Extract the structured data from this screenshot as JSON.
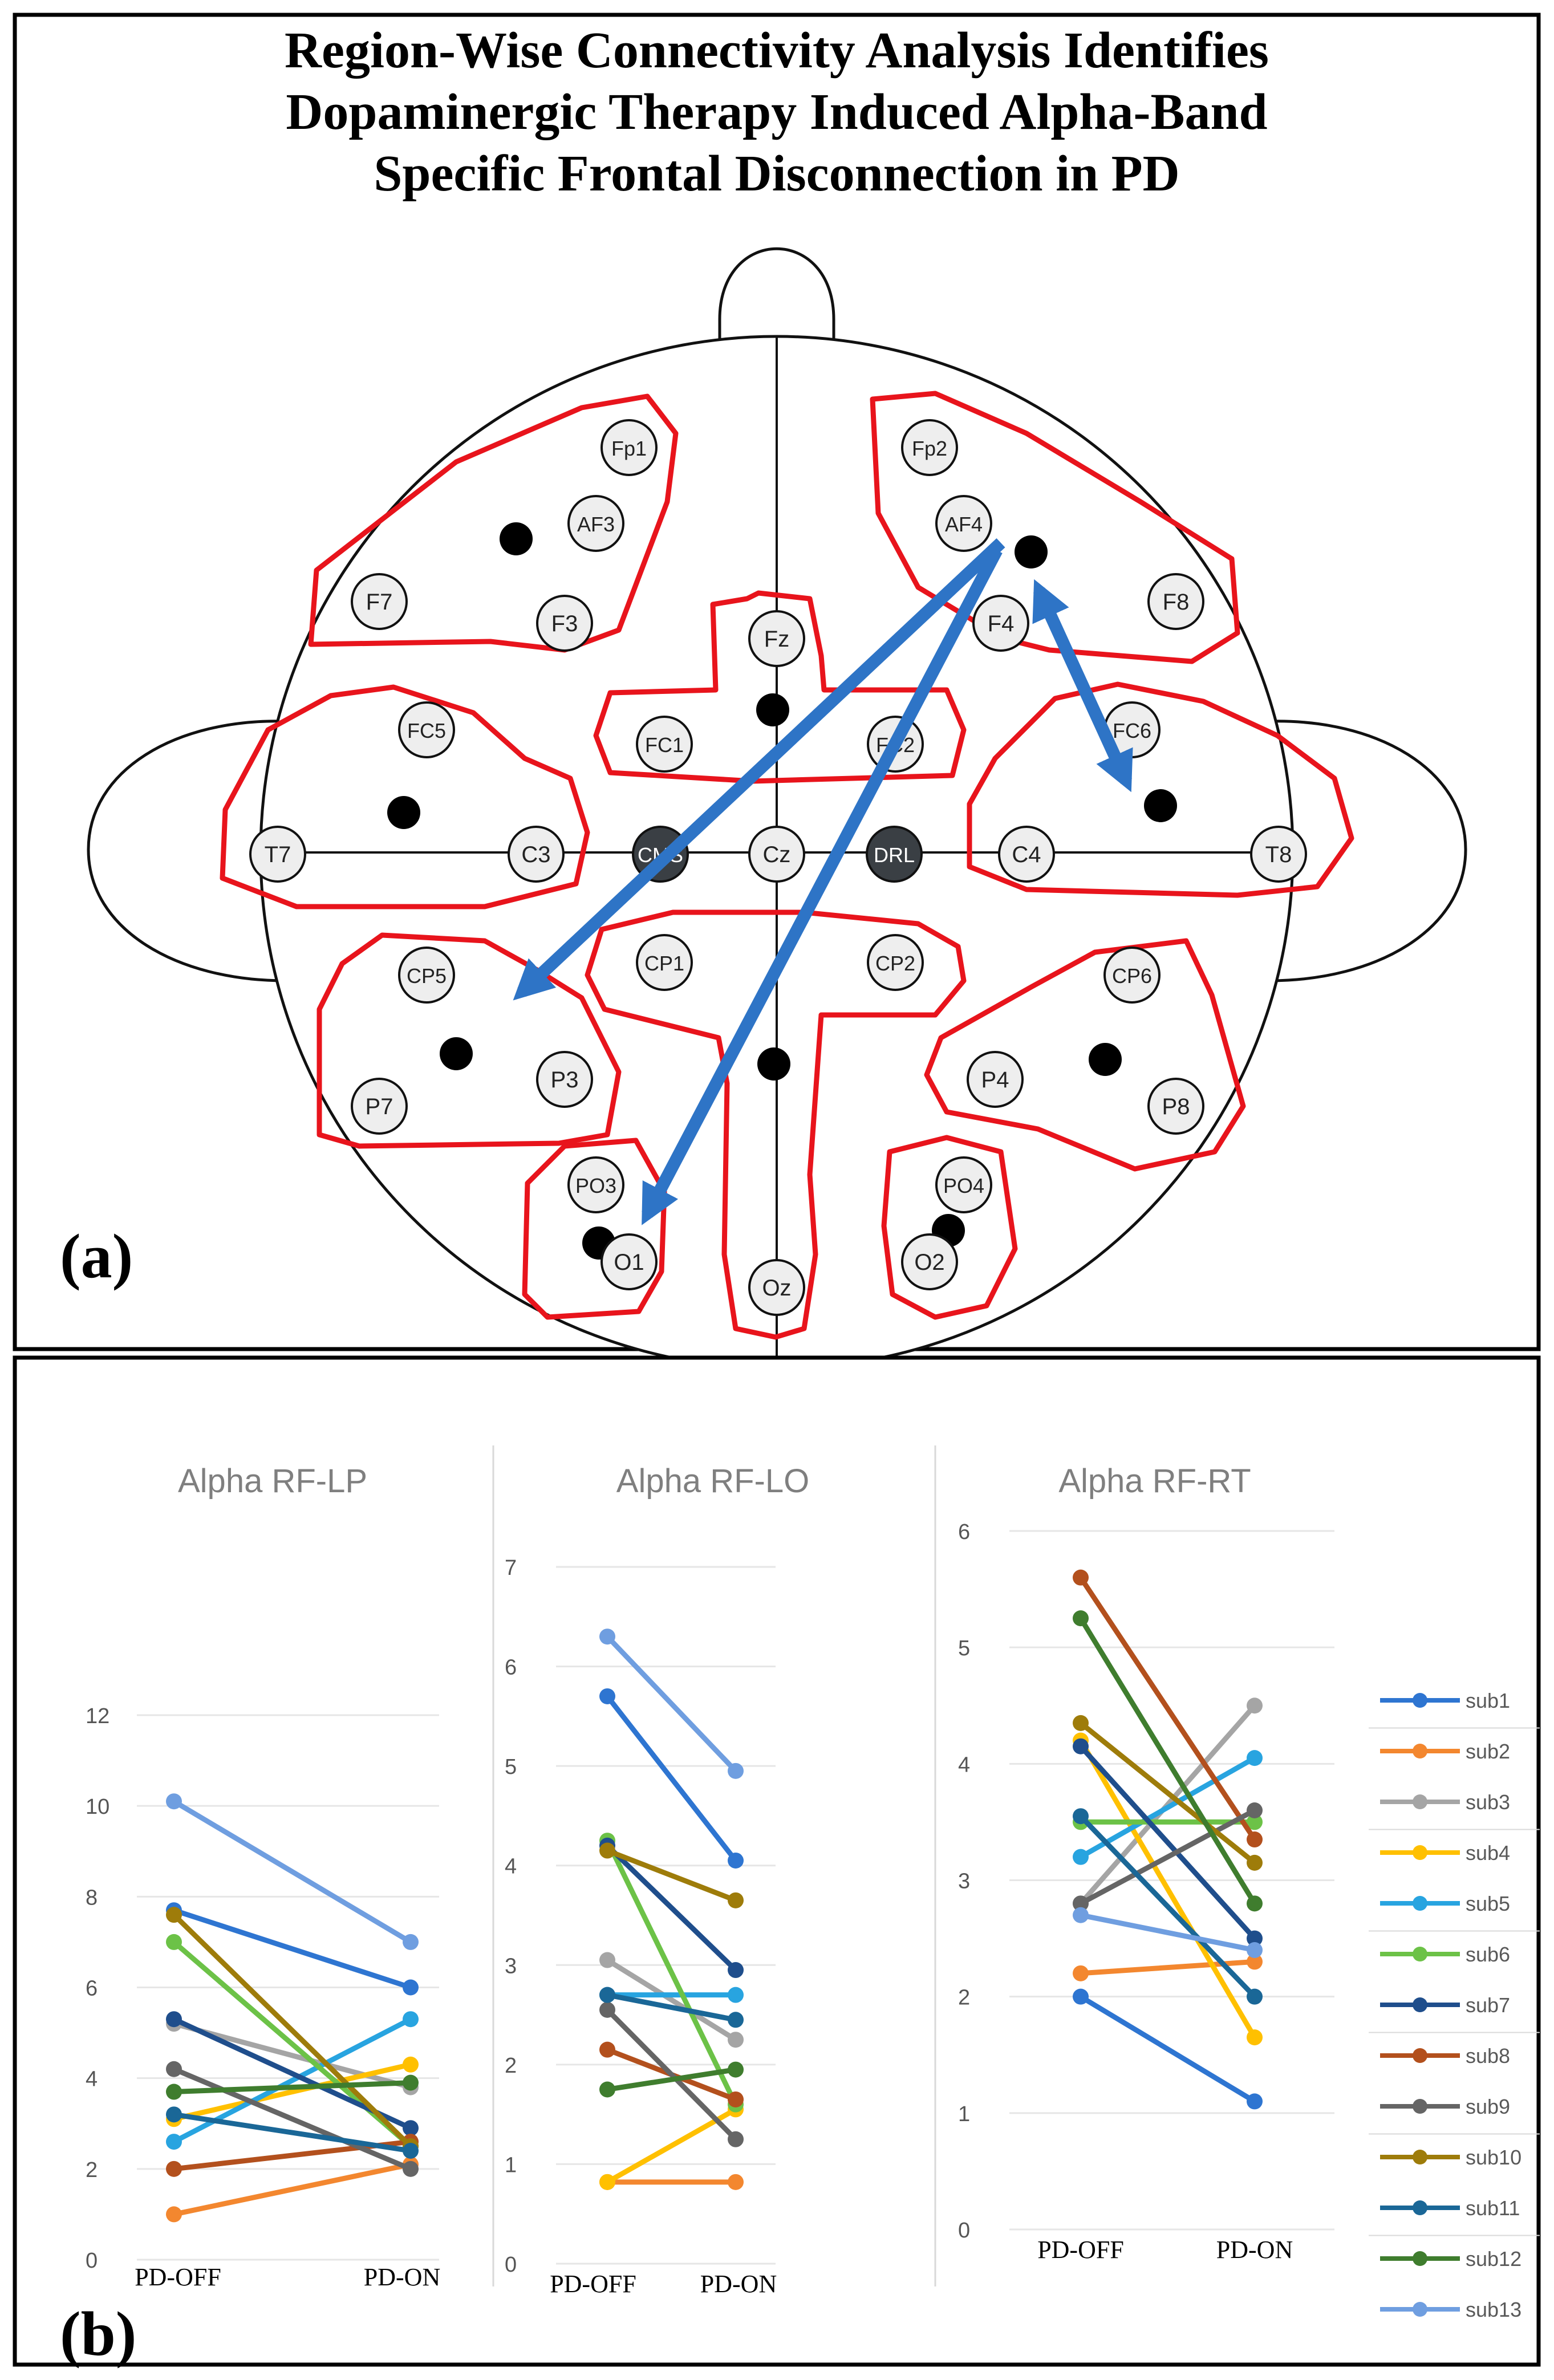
{
  "figure": {
    "title_lines": [
      "Region-Wise Connectivity Analysis Identifies",
      "Dopaminergic Therapy Induced Alpha-Band",
      "Specific Frontal Disconnection in PD"
    ],
    "panel_a_label": "(a)",
    "panel_b_label": "(b)"
  },
  "head_map": {
    "electrodes": [
      "Fp1",
      "AF3",
      "F7",
      "F3",
      "Fp2",
      "AF4",
      "F4",
      "F8",
      "Fz",
      "FC1",
      "FC2",
      "FC5",
      "FC6",
      "T7",
      "C3",
      "CMS",
      "Cz",
      "DRL",
      "C4",
      "T8",
      "CP1",
      "CP2",
      "CP5",
      "CP6",
      "P7",
      "P3",
      "P4",
      "P8",
      "PO3",
      "PO4",
      "O1",
      "Oz",
      "O2"
    ],
    "connections": [
      {
        "from": "right-frontal",
        "to": "left-parietal"
      },
      {
        "from": "right-frontal",
        "to": "left-occipital"
      },
      {
        "from": "right-frontal",
        "to": "right-temporal"
      }
    ],
    "colors": {
      "region_outline": "#e8141c",
      "arrow": "#2e74c6",
      "electrode_fill": "#eeeeee",
      "reference_fill": "#3a3f44"
    }
  },
  "chart_data": [
    {
      "type": "line",
      "title": "Alpha RF-LP",
      "categories": [
        "PD-OFF",
        "PD-ON"
      ],
      "ylim": [
        0,
        12
      ],
      "yticks": [
        "0",
        "2",
        "4",
        "6",
        "8",
        "10",
        "12"
      ],
      "grid": true,
      "series": [
        {
          "name": "sub1",
          "values": [
            7.7,
            6.0
          ]
        },
        {
          "name": "sub2",
          "values": [
            1.0,
            2.1
          ]
        },
        {
          "name": "sub3",
          "values": [
            5.2,
            3.8
          ]
        },
        {
          "name": "sub4",
          "values": [
            3.1,
            4.3
          ]
        },
        {
          "name": "sub5",
          "values": [
            2.6,
            5.3
          ]
        },
        {
          "name": "sub6",
          "values": [
            7.0,
            2.5
          ]
        },
        {
          "name": "sub7",
          "values": [
            5.3,
            2.9
          ]
        },
        {
          "name": "sub8",
          "values": [
            2.0,
            2.6
          ]
        },
        {
          "name": "sub9",
          "values": [
            4.2,
            2.0
          ]
        },
        {
          "name": "sub10",
          "values": [
            7.6,
            2.5
          ]
        },
        {
          "name": "sub11",
          "values": [
            3.2,
            2.4
          ]
        },
        {
          "name": "sub12",
          "values": [
            3.7,
            3.9
          ]
        },
        {
          "name": "sub13",
          "values": [
            10.1,
            7.0
          ]
        }
      ]
    },
    {
      "type": "line",
      "title": "Alpha RF-LO",
      "categories": [
        "PD-OFF",
        "PD-ON"
      ],
      "ylim": [
        0,
        7
      ],
      "yticks": [
        "0",
        "1",
        "2",
        "3",
        "4",
        "5",
        "6",
        "7"
      ],
      "grid": true,
      "series": [
        {
          "name": "sub1",
          "values": [
            5.7,
            4.05
          ]
        },
        {
          "name": "sub2",
          "values": [
            0.82,
            0.82
          ]
        },
        {
          "name": "sub3",
          "values": [
            3.05,
            2.25
          ]
        },
        {
          "name": "sub4",
          "values": [
            0.82,
            1.55
          ]
        },
        {
          "name": "sub5",
          "values": [
            2.7,
            2.7
          ]
        },
        {
          "name": "sub6",
          "values": [
            4.25,
            1.6
          ]
        },
        {
          "name": "sub7",
          "values": [
            4.2,
            2.95
          ]
        },
        {
          "name": "sub8",
          "values": [
            2.15,
            1.65
          ]
        },
        {
          "name": "sub9",
          "values": [
            2.55,
            1.25
          ]
        },
        {
          "name": "sub10",
          "values": [
            4.15,
            3.65
          ]
        },
        {
          "name": "sub11",
          "values": [
            2.7,
            2.45
          ]
        },
        {
          "name": "sub12",
          "values": [
            1.75,
            1.95
          ]
        },
        {
          "name": "sub13",
          "values": [
            6.3,
            4.95
          ]
        }
      ]
    },
    {
      "type": "line",
      "title": "Alpha RF-RT",
      "categories": [
        "PD-OFF",
        "PD-ON"
      ],
      "ylim": [
        0,
        6
      ],
      "yticks": [
        "0",
        "1",
        "2",
        "3",
        "4",
        "5",
        "6"
      ],
      "grid": true,
      "legend": "right",
      "series": [
        {
          "name": "sub1",
          "values": [
            2.0,
            1.1
          ]
        },
        {
          "name": "sub2",
          "values": [
            2.2,
            2.3
          ]
        },
        {
          "name": "sub3",
          "values": [
            2.8,
            4.5
          ]
        },
        {
          "name": "sub4",
          "values": [
            4.2,
            1.65
          ]
        },
        {
          "name": "sub5",
          "values": [
            3.2,
            4.05
          ]
        },
        {
          "name": "sub6",
          "values": [
            3.5,
            3.5
          ]
        },
        {
          "name": "sub7",
          "values": [
            4.15,
            2.5
          ]
        },
        {
          "name": "sub8",
          "values": [
            5.6,
            3.35
          ]
        },
        {
          "name": "sub9",
          "values": [
            2.8,
            3.6
          ]
        },
        {
          "name": "sub10",
          "values": [
            4.35,
            3.15
          ]
        },
        {
          "name": "sub11",
          "values": [
            3.55,
            2.0
          ]
        },
        {
          "name": "sub12",
          "values": [
            5.25,
            2.8
          ]
        },
        {
          "name": "sub13",
          "values": [
            2.7,
            2.4
          ]
        }
      ]
    }
  ],
  "series_colors": [
    "#2e75d1",
    "#f3872f",
    "#a5a5a5",
    "#ffc000",
    "#28a4e0",
    "#6cc247",
    "#1f4e8c",
    "#b3501d",
    "#656565",
    "#9e7c0a",
    "#1a6797",
    "#3f7d2e",
    "#6f9ee0"
  ]
}
